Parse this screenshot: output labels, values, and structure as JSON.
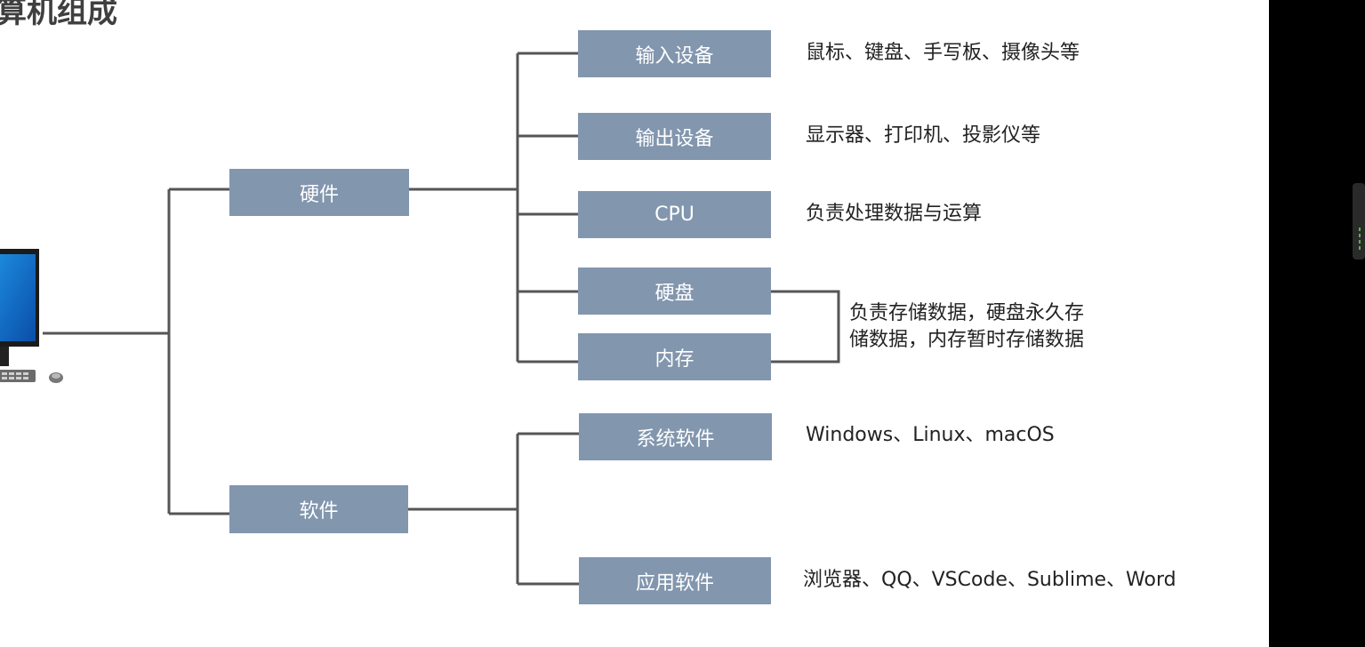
{
  "title": "计算机组成",
  "colors": {
    "node_fill": "#8296ae",
    "line": "#555555"
  },
  "tree": {
    "hardware": {
      "label": "硬件",
      "children": [
        {
          "label": "输入设备",
          "desc": "鼠标、键盘、手写板、摄像头等"
        },
        {
          "label": "输出设备",
          "desc": "显示器、打印机、投影仪等"
        },
        {
          "label": "CPU",
          "desc": "负责处理数据与运算"
        },
        {
          "label": "硬盘"
        },
        {
          "label": "内存"
        }
      ],
      "storage_desc": [
        "负责存储数据，硬盘永久存",
        "储数据，内存暂时存储数据"
      ]
    },
    "software": {
      "label": "软件",
      "children": [
        {
          "label": "系统软件",
          "desc": "Windows、Linux、macOS"
        },
        {
          "label": "应用软件",
          "desc": "浏览器、QQ、VSCode、Sublime、Word"
        }
      ]
    }
  }
}
